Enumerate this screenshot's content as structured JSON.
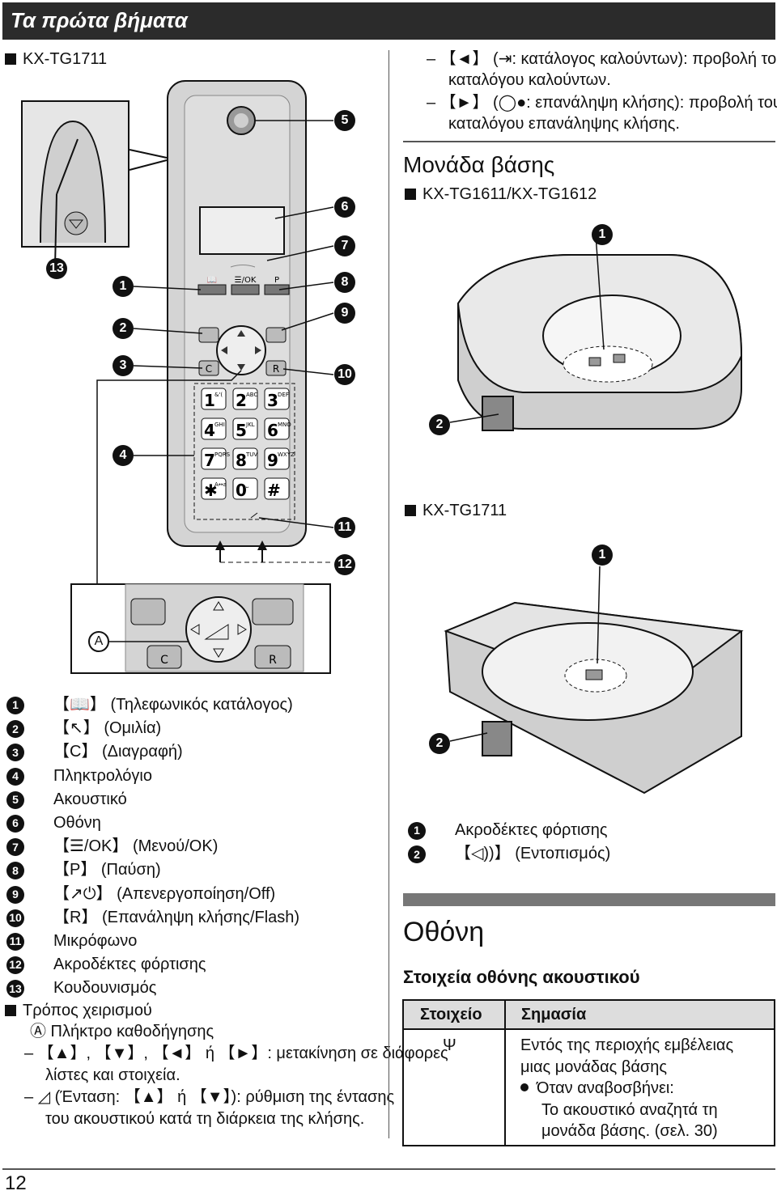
{
  "header": {
    "title": "Τα πρώτα βήματα"
  },
  "handset": {
    "model_label": "KX-TG1711",
    "keys": {
      "phonebook": "📖",
      "menu_ok": "☰/OK",
      "pause": "P",
      "clear": "C",
      "redial": "R",
      "keypad": [
        "1",
        "2",
        "3",
        "4",
        "5",
        "6",
        "7",
        "8",
        "9",
        "✱",
        "0",
        "#"
      ],
      "keypad_sub": [
        "&'(",
        "ABC",
        "DEF",
        "GHI",
        "JKL",
        "MNO",
        "PQRS",
        "TUV",
        "WXYZ",
        "A↔a",
        "⎵",
        ""
      ]
    },
    "callouts": [
      "1",
      "2",
      "3",
      "4",
      "5",
      "6",
      "7",
      "8",
      "9",
      "10",
      "11",
      "12",
      "13"
    ],
    "detail_label": "A"
  },
  "legend": {
    "items": [
      {
        "n": "1",
        "text": "【📖】 (Τηλεφωνικός κατάλογος)"
      },
      {
        "n": "2",
        "text": "【↖】 (Ομιλία)"
      },
      {
        "n": "3",
        "text": "【C】 (Διαγραφή)"
      },
      {
        "n": "4",
        "text": "Πληκτρολόγιο"
      },
      {
        "n": "5",
        "text": "Ακουστικό"
      },
      {
        "n": "6",
        "text": "Οθόνη"
      },
      {
        "n": "7",
        "text": "【☰/OK】 (Μενού/OK)"
      },
      {
        "n": "8",
        "text": "【P】 (Παύση)"
      },
      {
        "n": "9",
        "text": "【↗⏻】 (Απενεργοποίηση/Off)"
      },
      {
        "n": "10",
        "text": "【R】 (Επανάληψη κλήσης/Flash)"
      },
      {
        "n": "11",
        "text": "Μικρόφωνο"
      },
      {
        "n": "12",
        "text": "Ακροδέκτες φόρτισης"
      },
      {
        "n": "13",
        "text": "Κουδουνισμός"
      }
    ],
    "operation_title": "Τρόπος χειρισμού",
    "nav_key": "Ⓐ Πλήκτρο καθοδήγησης",
    "dash1_line1": "–  【▲】, 【▼】, 【◄】 ή 【►】: μετακίνηση σε διάφορες",
    "dash1_line2": "λίστες και στοιχεία.",
    "dash2_line1": "–  ◿ (Ένταση: 【▲】 ή 【▼】): ρύθμιση της έντασης",
    "dash2_line2": "του ακουστικού κατά τη διάρκεια της κλήσης."
  },
  "right": {
    "cont1_line1": "–  【◄】 (⇥: κατάλογος καλούντων): προβολή του",
    "cont1_line2": "καταλόγου καλούντων.",
    "cont2_line1": "–  【►】 (◯●: επανάληψη κλήσης): προβολή του",
    "cont2_line2": "καταλόγου επανάληψης κλήσης.",
    "base_title": "Μονάδα βάσης",
    "base_model1": "KX-TG1611/KX-TG1612",
    "base_model2": "KX-TG1711",
    "base_legend": [
      {
        "n": "1",
        "text": "Ακροδέκτες φόρτισης"
      },
      {
        "n": "2",
        "text": "【◁))】 (Εντοπισμός)"
      }
    ],
    "display_title": "Οθόνη",
    "display_subtitle": "Στοιχεία οθόνης ακουστικού",
    "table": {
      "col1": "Στοιχείο",
      "col2": "Σημασία",
      "row_icon": "Ψ",
      "row_line1": "Εντός της περιοχής εμβέλειας",
      "row_line2": "μιας μονάδας βάσης",
      "row_bullet": "Όταν αναβοσβήνει:",
      "row_line3": "Το ακουστικό αναζητά τη",
      "row_line4": "μονάδα βάσης. (σελ. 30)"
    }
  },
  "footer": {
    "page_number": "12"
  }
}
